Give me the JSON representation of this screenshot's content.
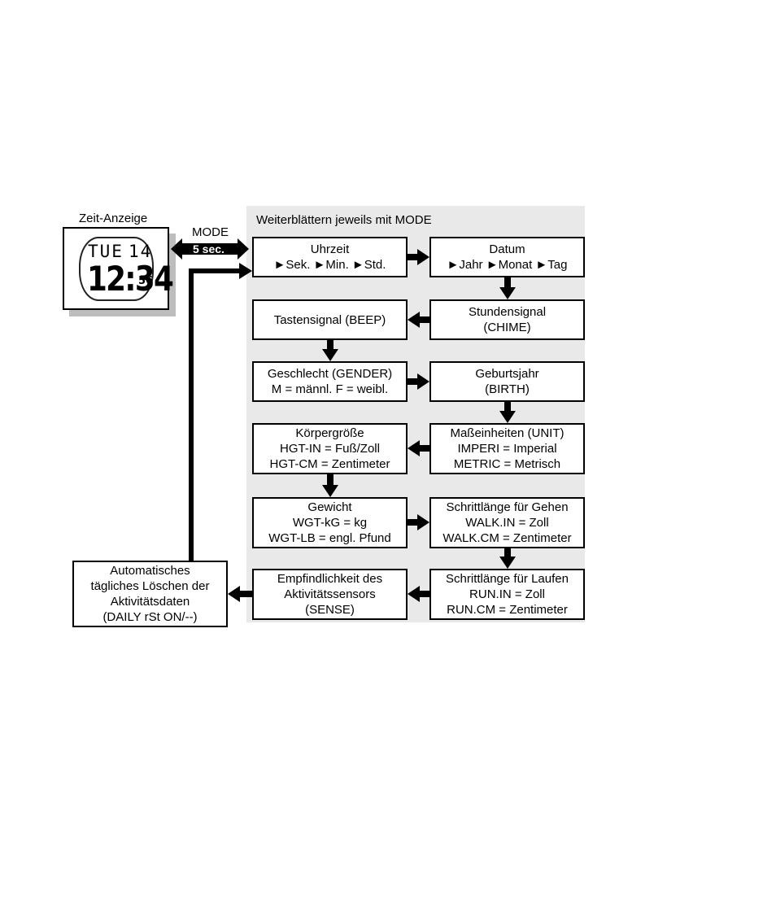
{
  "header": {
    "display_title": "Zeit-Anzeige",
    "flow_title": "Weiterblättern jeweils mit MODE"
  },
  "mode_arrow": {
    "label": "MODE",
    "hold": "5 sec."
  },
  "watch": {
    "day": "TUE",
    "date": "14",
    "time": "12:34",
    "seconds": "56"
  },
  "boxes": {
    "uhrzeit": [
      "Uhrzeit",
      "►Sek. ►Min. ►Std."
    ],
    "datum": [
      "Datum",
      "►Jahr ►Monat ►Tag"
    ],
    "stundensignal": [
      "Stundensignal",
      "(CHIME)"
    ],
    "tastensignal": [
      "Tastensignal (BEEP)"
    ],
    "geschlecht": [
      "Geschlecht (GENDER)",
      "M = männl. F = weibl."
    ],
    "geburtsjahr": [
      "Geburtsjahr",
      "(BIRTH)"
    ],
    "masseinheiten": [
      "Maßeinheiten (UNIT)",
      "IMPERI = Imperial",
      "METRIC = Metrisch"
    ],
    "koerpergroesse": [
      "Körpergröße",
      "HGT-IN = Fuß/Zoll",
      "HGT-CM = Zentimeter"
    ],
    "gewicht": [
      "Gewicht",
      "WGT-kG = kg",
      "WGT-LB = engl. Pfund"
    ],
    "schritt_gehen": [
      "Schrittlänge für Gehen",
      "WALK.IN = Zoll",
      "WALK.CM = Zentimeter"
    ],
    "schritt_laufen": [
      "Schrittlänge für Laufen",
      "RUN.IN = Zoll",
      "RUN.CM = Zentimeter"
    ],
    "empfindlichkeit": [
      "Empfindlichkeit des",
      "Aktivitätssensors",
      "(SENSE)"
    ],
    "loeschen": [
      "Automatisches",
      "tägliches Löschen der",
      "Aktivitätsdaten",
      "(DAILY rSt ON/--)"
    ]
  },
  "colors": {
    "line": "#000000",
    "panel": "#e9e9e9",
    "shadow": "#bdbdbd"
  },
  "icons": {
    "step_arrow": "filled-arrow",
    "mode_arrow": "double-headed-arrow"
  }
}
